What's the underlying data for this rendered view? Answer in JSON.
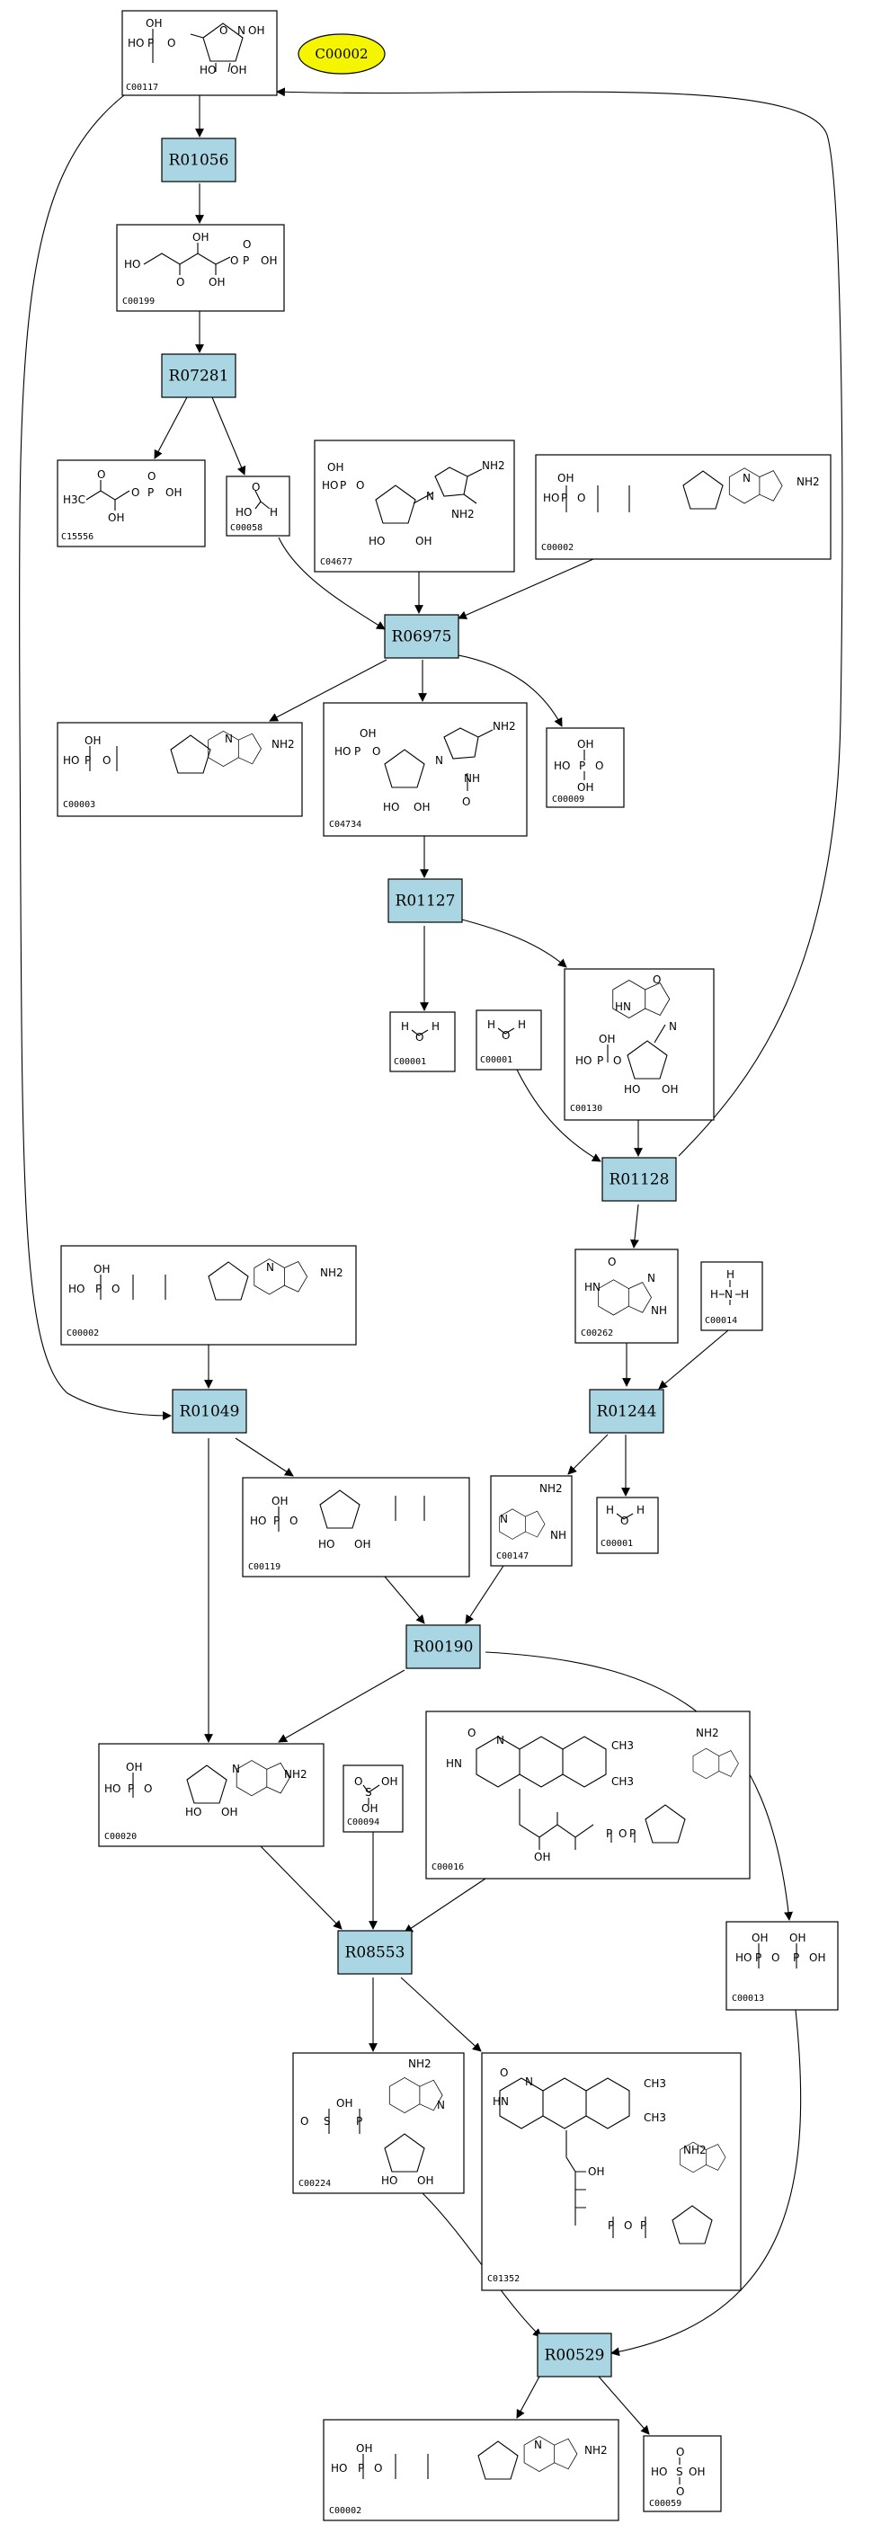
{
  "map_label": "C00002",
  "reactions": [
    {
      "id": "R01056"
    },
    {
      "id": "R07281"
    },
    {
      "id": "R06975"
    },
    {
      "id": "R01127"
    },
    {
      "id": "R01128"
    },
    {
      "id": "R01049"
    },
    {
      "id": "R01244"
    },
    {
      "id": "R00190"
    },
    {
      "id": "R08553"
    },
    {
      "id": "R00529"
    }
  ],
  "compounds": [
    {
      "id": "C00117",
      "structure": "ribose-5-phosphate-oxime",
      "atoms": [
        "HO",
        "P",
        "O",
        "OH",
        "O",
        "N",
        "OH",
        "HO",
        "OH"
      ]
    },
    {
      "id": "C00199",
      "structure": "ribulose-5-phosphate",
      "atoms": [
        "HO",
        "OH",
        "O",
        "OH",
        "O",
        "P",
        "OH",
        "O"
      ]
    },
    {
      "id": "C15556",
      "structure": "hydroxyacetone-phosphate",
      "atoms": [
        "H3C",
        "O",
        "OH",
        "O",
        "P",
        "OH",
        "O"
      ]
    },
    {
      "id": "C00058",
      "structure": "formate",
      "atoms": [
        "O",
        "HO",
        "H"
      ]
    },
    {
      "id": "C04677",
      "structure": "AICAR",
      "atoms": [
        "OH",
        "HO",
        "P",
        "O",
        "N",
        "NH2",
        "NH2",
        "HO",
        "OH"
      ]
    },
    {
      "id": "C00002",
      "structure": "ATP",
      "atoms": [
        "HO",
        "P",
        "O",
        "OH",
        "NH2",
        "N"
      ]
    },
    {
      "id": "C00003",
      "structure": "ADP-like",
      "atoms": [
        "HO",
        "P",
        "O",
        "OH",
        "NH2",
        "N"
      ]
    },
    {
      "id": "C04734",
      "structure": "FAICAR",
      "atoms": [
        "OH",
        "HO",
        "P",
        "O",
        "N",
        "NH2",
        "NH",
        "O",
        "HO",
        "OH"
      ]
    },
    {
      "id": "C00009",
      "structure": "phosphate",
      "atoms": [
        "OH",
        "HO",
        "P",
        "O",
        "OH"
      ]
    },
    {
      "id": "C00001",
      "structure": "water",
      "atoms": [
        "O",
        "H",
        "H"
      ]
    },
    {
      "id": "C00130",
      "structure": "IMP",
      "atoms": [
        "O",
        "HN",
        "N",
        "OH",
        "HO",
        "P",
        "O",
        "HO",
        "OH"
      ]
    },
    {
      "id": "C00262",
      "structure": "hypoxanthine",
      "atoms": [
        "O",
        "HN",
        "N",
        "NH"
      ]
    },
    {
      "id": "C00014",
      "structure": "ammonia",
      "atoms": [
        "H",
        "N",
        "H",
        "H"
      ]
    },
    {
      "id": "C00119",
      "structure": "PRPP",
      "atoms": [
        "HO",
        "P",
        "O",
        "OH",
        "HO",
        "OH"
      ]
    },
    {
      "id": "C00147",
      "structure": "adenine",
      "atoms": [
        "NH2",
        "N",
        "NH"
      ]
    },
    {
      "id": "C00020",
      "structure": "AMP",
      "atoms": [
        "HO",
        "P",
        "O",
        "OH",
        "NH2",
        "N",
        "HO",
        "OH"
      ]
    },
    {
      "id": "C00094",
      "structure": "sulfite",
      "atoms": [
        "O",
        "S",
        "OH",
        "OH"
      ]
    },
    {
      "id": "C00016",
      "structure": "FAD",
      "atoms": [
        "O",
        "HN",
        "N",
        "CH3",
        "NH2",
        "OH",
        "P",
        "O"
      ]
    },
    {
      "id": "C00013",
      "structure": "pyrophosphate",
      "atoms": [
        "HO",
        "P",
        "O",
        "OH"
      ]
    },
    {
      "id": "C00224",
      "structure": "APS",
      "atoms": [
        "O",
        "S",
        "OH",
        "P",
        "NH2",
        "N",
        "HO",
        "OH"
      ]
    },
    {
      "id": "C01352",
      "structure": "FADH2",
      "atoms": [
        "O",
        "HN",
        "N",
        "CH3",
        "NH2",
        "OH",
        "P",
        "O"
      ]
    },
    {
      "id": "C00059",
      "structure": "sulfate",
      "atoms": [
        "HO",
        "S",
        "OH",
        "O"
      ]
    }
  ]
}
